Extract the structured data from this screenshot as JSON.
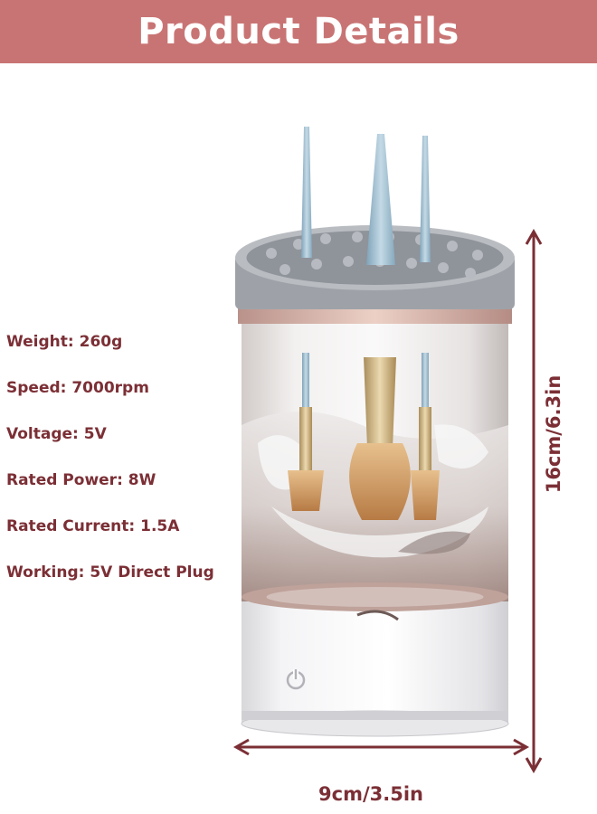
{
  "header": {
    "title": "Product Details"
  },
  "specs": [
    "Weight: 260g",
    "Speed: 7000rpm",
    "Voltage: 5V",
    "Rated Power: 8W",
    "Rated Current: 1.5A",
    "Working: 5V Direct Plug"
  ],
  "dimensions": {
    "height_label": "16cm/6.3in",
    "width_label": "9cm/3.5in"
  },
  "colors": {
    "banner": "#c97474",
    "text": "#7b2f35",
    "lid": "#8f939a",
    "brush_handle": "#a9c6d8",
    "rose_gold": "#d9b3a6"
  },
  "icons": [
    "power-icon",
    "dimension-arrow-icon"
  ]
}
